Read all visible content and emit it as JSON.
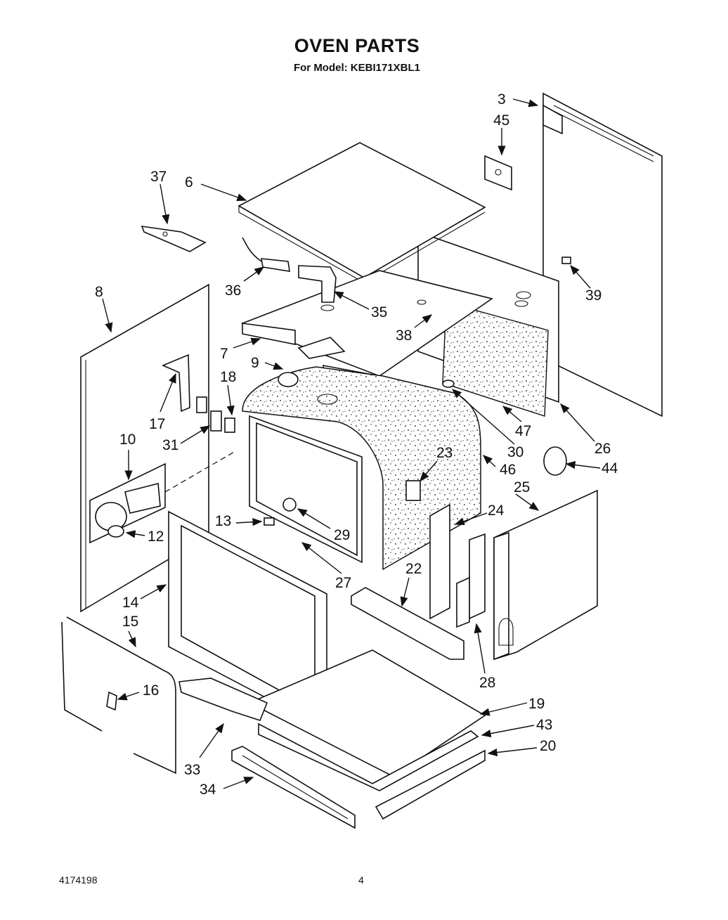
{
  "header": {
    "title": "OVEN PARTS",
    "subtitle": "For Model: KEBI171XBL1"
  },
  "footer": {
    "doc_number": "4174198",
    "page_number": "4"
  },
  "callouts": [
    "3",
    "45",
    "37",
    "6",
    "36",
    "35",
    "8",
    "38",
    "39",
    "7",
    "9",
    "18",
    "17",
    "31",
    "47",
    "30",
    "26",
    "10",
    "23",
    "44",
    "46",
    "25",
    "24",
    "13",
    "29",
    "12",
    "27",
    "22",
    "14",
    "15",
    "28",
    "16",
    "19",
    "43",
    "33",
    "20",
    "34"
  ]
}
